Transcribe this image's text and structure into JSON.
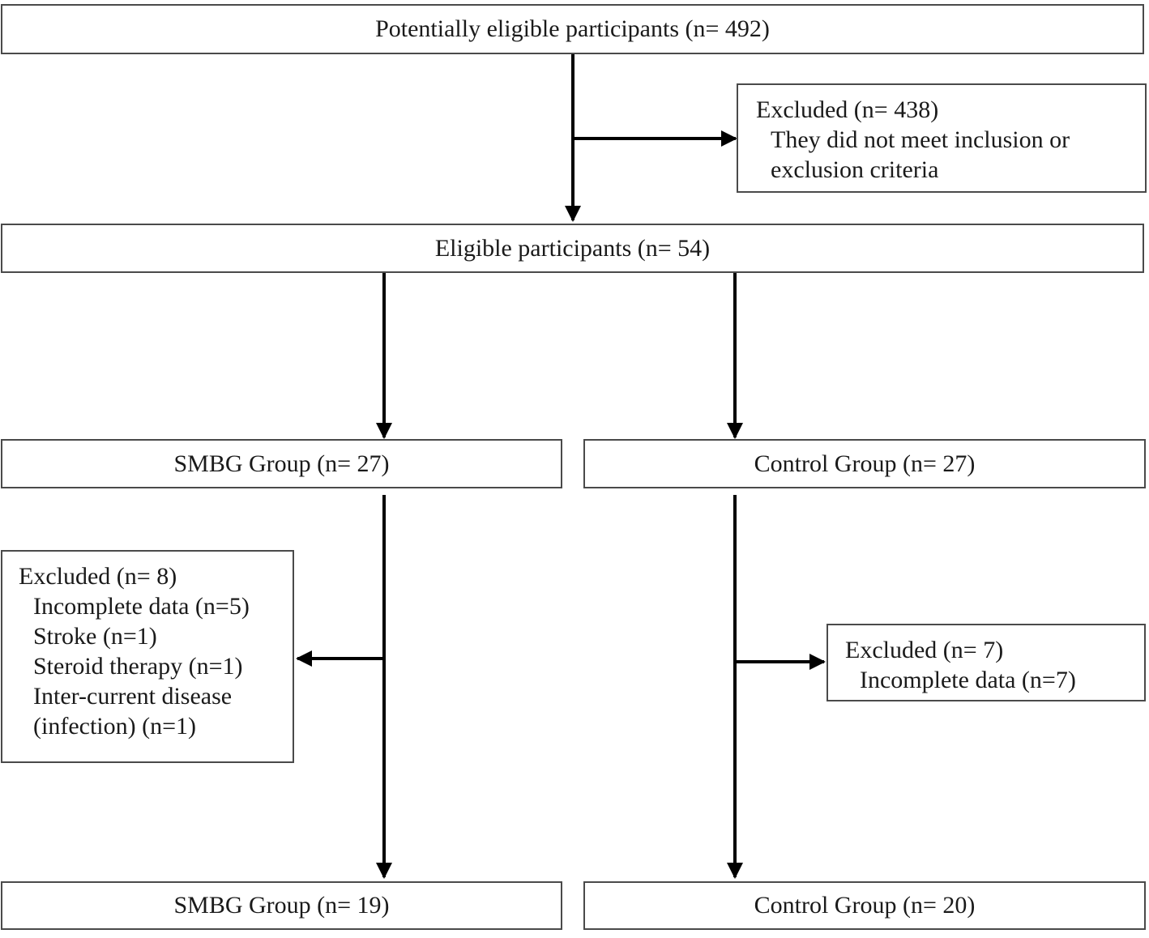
{
  "flowchart": {
    "potential": "Potentially eligible participants (n= 492)",
    "excluded_top": {
      "heading": "Excluded (n= 438)",
      "reason_line1": "They did not meet inclusion or",
      "reason_line2": "exclusion criteria"
    },
    "eligible": "Eligible participants (n= 54)",
    "smbg_initial": "SMBG Group (n= 27)",
    "control_initial": "Control Group (n= 27)",
    "excluded_smbg": {
      "heading": "Excluded (n= 8)",
      "reasons": [
        "Incomplete data (n=5)",
        "Stroke (n=1)",
        "Steroid therapy (n=1)",
        "Inter-current disease",
        "(infection) (n=1)"
      ]
    },
    "excluded_control": {
      "heading": "Excluded (n= 7)",
      "reasons": [
        "Incomplete data (n=7)"
      ]
    },
    "smbg_final": "SMBG Group (n= 19)",
    "control_final": "Control Group (n= 20)"
  },
  "colors": {
    "border": "#4a4a4a",
    "arrow": "#000000",
    "text": "#1a1a1a"
  }
}
